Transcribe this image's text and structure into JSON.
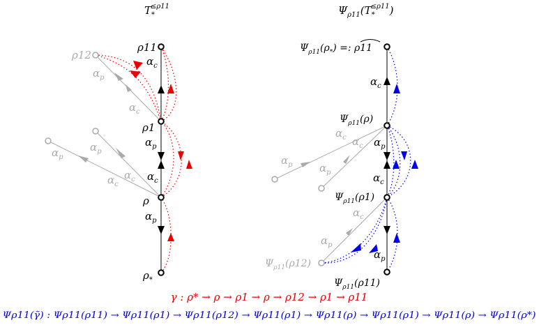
{
  "colors": {
    "black": "#000000",
    "grey": "#aaaaaa",
    "red": "#ee0000",
    "blue": "#0000ee"
  },
  "left": {
    "title": "T",
    "title_sub": "*",
    "title_sup": "≤ρ11",
    "nodes": {
      "top": "ρ11",
      "upper": "ρ1",
      "mid": "ρ",
      "bottom": "ρ",
      "bottom_sub": "*",
      "branch": "ρ12"
    },
    "edges": {
      "top": "α",
      "top_sub": "c",
      "mid_top": "α",
      "mid_top_sub": "p",
      "mid_bottom": "α",
      "mid_bottom_sub": "c",
      "bottom": "α",
      "bottom_sub": "p",
      "branch_a": "α",
      "branch_a_sub": "p",
      "branch_b": "α",
      "branch_b_sub": "c",
      "leaf_a": "α",
      "leaf_a_sub": "p",
      "leaf_b": "α",
      "leaf_b_sub": "c",
      "leaf_c": "α",
      "leaf_c_sub": "p",
      "leaf_d": "α",
      "leaf_d_sub": "c"
    }
  },
  "right": {
    "title": "Ψ",
    "title_sub": "ρ11",
    "title_arg": "(T",
    "title_arg_sub": "*",
    "title_arg_sup": "≤ρ11",
    "title_close": ")",
    "nodes": {
      "top": "Ψ",
      "top_sub": "ρ11",
      "top_arg": "(ρ",
      "top_arg_sub": "*",
      "top_def": ") =: ",
      "top_hat": "ρ11",
      "upper": "Ψ",
      "upper_sub": "ρ11",
      "upper_arg": "(ρ)",
      "mid": "Ψ",
      "mid_sub": "ρ11",
      "mid_arg": "(ρ1)",
      "bottom": "Ψ",
      "bottom_sub": "ρ11",
      "bottom_arg": "(ρ11)",
      "branch": "Ψ",
      "branch_sub": "ρ11",
      "branch_arg": "(ρ12)"
    },
    "edges": {
      "top": "α",
      "top_sub": "c",
      "mid_top": "α",
      "mid_top_sub": "p",
      "mid_bottom": "α",
      "mid_bottom_sub": "c",
      "bottom": "α",
      "bottom_sub": "p",
      "branch_a": "α",
      "branch_a_sub": "c",
      "branch_b": "α",
      "branch_b_sub": "p",
      "leaf_a": "α",
      "leaf_a_sub": "c",
      "leaf_b": "α",
      "leaf_b_sub": "c",
      "leaf_c": "α",
      "leaf_c_sub": "p",
      "leaf_d": "α",
      "leaf_d_sub": "p"
    }
  },
  "captions": {
    "gamma": "γ : ρ* → ρ → ρ1 → ρ → ρ12 → ρ1 → ρ11",
    "psi": "Ψρ11(γ̃) : Ψρ11(ρ11) → Ψρ11(ρ1) → Ψρ11(ρ12) → Ψρ11(ρ1) → Ψρ11(ρ) → Ψρ11(ρ1) → Ψρ11(ρ) → Ψρ11(ρ*)"
  }
}
